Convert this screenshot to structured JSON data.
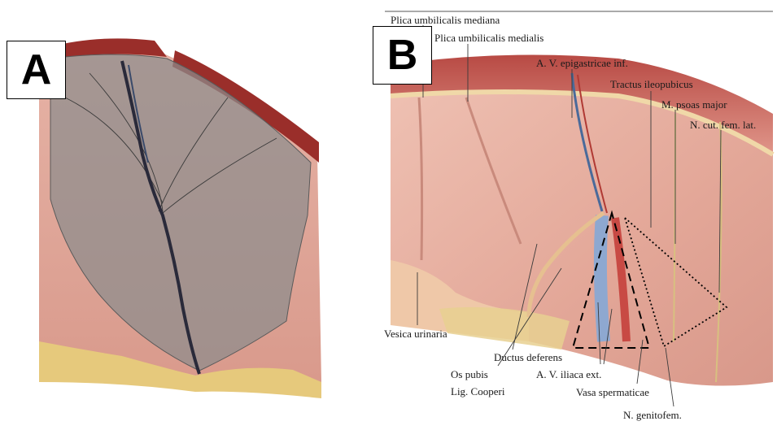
{
  "panels": {
    "a": {
      "label": "A"
    },
    "b": {
      "label": "B"
    }
  },
  "labels": {
    "plica_umbilicalis_mediana": "Plica umbilicalis mediana",
    "plica_umbilicalis_medialis": "Plica umbilicalis medialis",
    "av_epigastricae_inf": "A. V. epigastricae inf.",
    "tractus_ileopubicus": "Tractus ileopubicus",
    "m_psoas_major": "M. psoas major",
    "n_cut_fem_lat": "N. cut. fem. lat.",
    "vesica_urinaria": "Vesica urinaria",
    "ductus_deferens": "Ductus deferens",
    "os_pubis": "Os pubis",
    "lig_cooperi": "Lig. Cooperi",
    "av_iliaca_ext": "A. V. iliaca ext.",
    "vasa_spermaticae": "Vasa spermaticae",
    "n_genitofem": "N. genitofem."
  },
  "colors": {
    "tissue_pink": "#e8b4a8",
    "muscle_red": "#9a3030",
    "fat_yellow": "#e8d08a",
    "mesh_gray": "#8a8a8a",
    "vein_blue": "#4a6a9a"
  }
}
